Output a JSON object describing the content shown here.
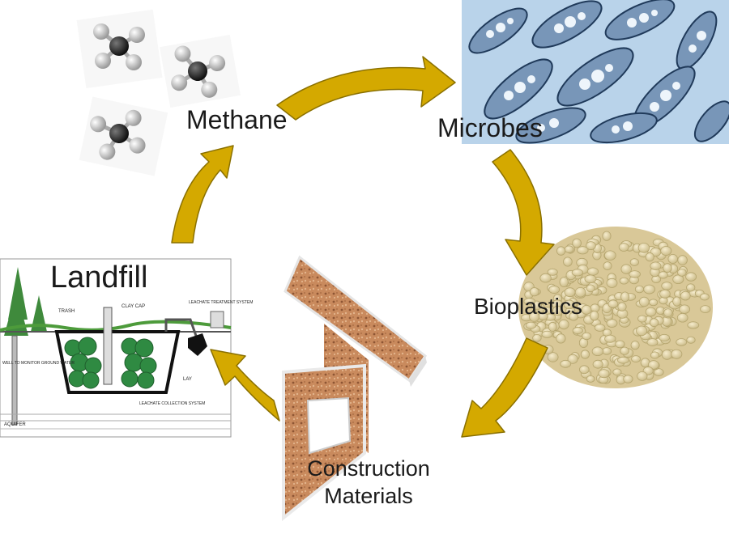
{
  "nodes": {
    "methane": "Methane",
    "microbes": "Microbes",
    "bioplastics": "Bioplastics",
    "landfill": "Landfill",
    "construction_line1": "Construction",
    "construction_line2": "Materials"
  },
  "landfill_labels": {
    "trash": "TRASH",
    "clay_cap": "CLAY CAP",
    "leachate_treatment": "LEACHATE TREATMENT SYSTEM",
    "well": "WELL TO MONITOR GROUND WATER",
    "leachate_collection": "LEACHATE COLLECTION SYSTEM",
    "liner": "LAY",
    "aquifer": "AQUIFER"
  },
  "colors": {
    "arrow_fill": "#d4a900",
    "arrow_stroke": "#8a7000",
    "microbe_bg": "#b9d3ea",
    "pellet": "#e8dcb5",
    "cork": "#c8875a"
  }
}
